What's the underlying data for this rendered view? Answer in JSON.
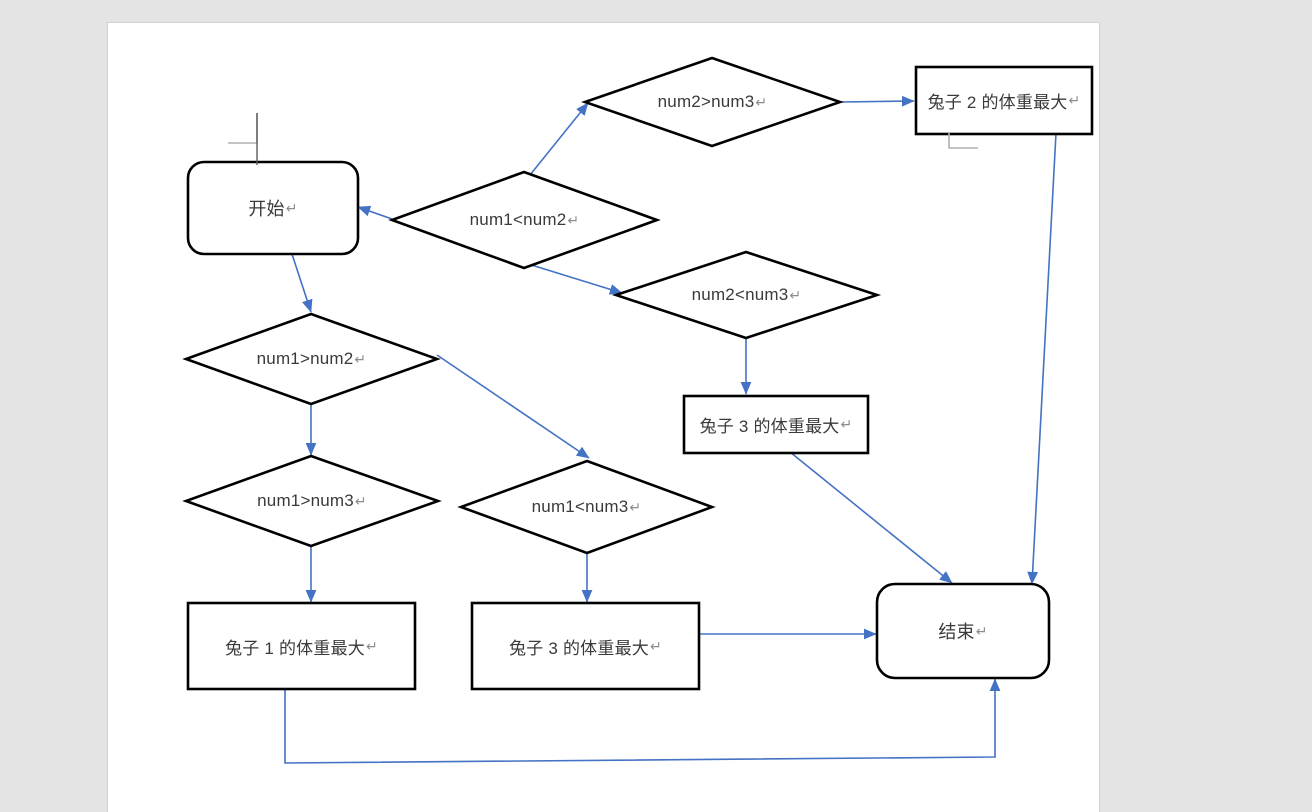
{
  "document": {
    "background_color": "#e4e4e4",
    "page_color": "#ffffff",
    "shape_outline_color": "#000000",
    "connector_color": "#4472c4",
    "text_color": "#3a3a3a",
    "paragraph_mark": "↵"
  },
  "flowchart": {
    "title": "Rabbit weight comparison flowchart",
    "nodes": [
      {
        "id": "start",
        "type": "terminator",
        "label": "开始",
        "mark": "↵"
      },
      {
        "id": "d_n1lt_n2",
        "type": "decision",
        "label": "num1<num2",
        "mark": "↵"
      },
      {
        "id": "d_n2gt_n3",
        "type": "decision",
        "label": "num2>num3",
        "mark": "↵"
      },
      {
        "id": "d_n2lt_n3",
        "type": "decision",
        "label": "num2<num3",
        "mark": "↵"
      },
      {
        "id": "d_n1gt_n2",
        "type": "decision",
        "label": "num1>num2",
        "mark": "↵"
      },
      {
        "id": "d_n1gt_n3",
        "type": "decision",
        "label": "num1>num3",
        "mark": "↵"
      },
      {
        "id": "d_n1lt_n3",
        "type": "decision",
        "label": "num1<num3",
        "mark": "↵"
      },
      {
        "id": "p_rabbit2",
        "type": "process",
        "label": "兔子 2 的体重最大",
        "mark": "↵"
      },
      {
        "id": "p_rabbit3a",
        "type": "process",
        "label": "兔子 3 的体重最大",
        "mark": "↵"
      },
      {
        "id": "p_rabbit1",
        "type": "process",
        "label": "兔子 1 的体重最大",
        "mark": "↵"
      },
      {
        "id": "p_rabbit3b",
        "type": "process",
        "label": "兔子 3 的体重最大",
        "mark": "↵"
      },
      {
        "id": "end",
        "type": "terminator",
        "label": "结束",
        "mark": "↵"
      }
    ],
    "connectors": [
      {
        "from": "d_n1lt_n2",
        "to": "start"
      },
      {
        "from": "d_n2gt_n3",
        "to": "d_n1lt_n2"
      },
      {
        "from": "d_n2gt_n3",
        "to": "p_rabbit2"
      },
      {
        "from": "d_n1lt_n2",
        "to": "d_n2lt_n3"
      },
      {
        "from": "d_n2lt_n3",
        "to": "p_rabbit3a"
      },
      {
        "from": "start",
        "to": "d_n1gt_n2"
      },
      {
        "from": "d_n1gt_n2",
        "to": "d_n1gt_n3"
      },
      {
        "from": "d_n1gt_n2",
        "to": "d_n1lt_n3"
      },
      {
        "from": "d_n1gt_n3",
        "to": "p_rabbit1"
      },
      {
        "from": "d_n1lt_n3",
        "to": "p_rabbit3b"
      },
      {
        "from": "p_rabbit2",
        "to": "end"
      },
      {
        "from": "p_rabbit3a",
        "to": "end"
      },
      {
        "from": "p_rabbit3b",
        "to": "end"
      },
      {
        "from": "p_rabbit1",
        "to": "end"
      }
    ]
  },
  "editor_marks": {
    "text_cursor": "I-beam caret",
    "anchor_mark_top": "corner crop mark",
    "anchor_mark_rabbit2": "corner crop mark"
  }
}
